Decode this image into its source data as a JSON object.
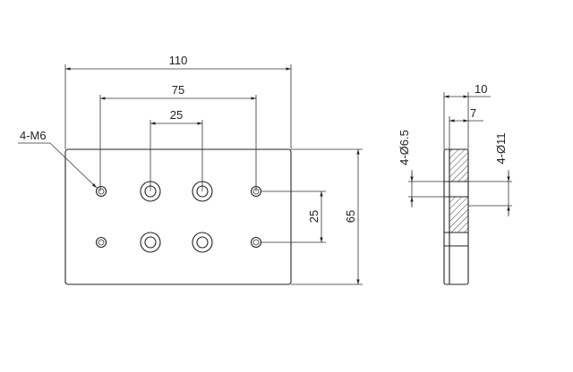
{
  "drawing": {
    "front_view": {
      "overall_width": "110",
      "outer_hole_spacing": "75",
      "inner_hole_spacing": "25",
      "hole_row_spacing": "25",
      "plate_height": "65",
      "thread_callout": "4-M6"
    },
    "side_view": {
      "thickness": "10",
      "counterbore_depth": "7",
      "through_hole": "4-Ø6.5",
      "counterbore_diameter": "4-Ø11"
    }
  }
}
